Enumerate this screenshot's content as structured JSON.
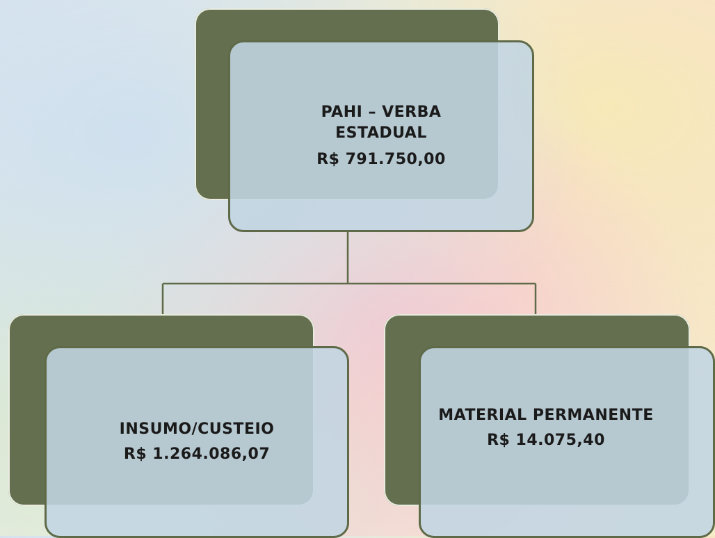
{
  "root": {
    "title": "PAHI – VERBA ESTADUAL",
    "value": "R$ 791.750,00"
  },
  "children": [
    {
      "title": "INSUMO/CUSTEIO",
      "value": "R$ 1.264.086,07"
    },
    {
      "title": "MATERIAL PERMANENTE",
      "value": "R$ 14.075,40"
    }
  ],
  "colors": {
    "back_box": "#646f4f",
    "front_box": "#c2d5e2",
    "connector": "#5e6a48"
  }
}
